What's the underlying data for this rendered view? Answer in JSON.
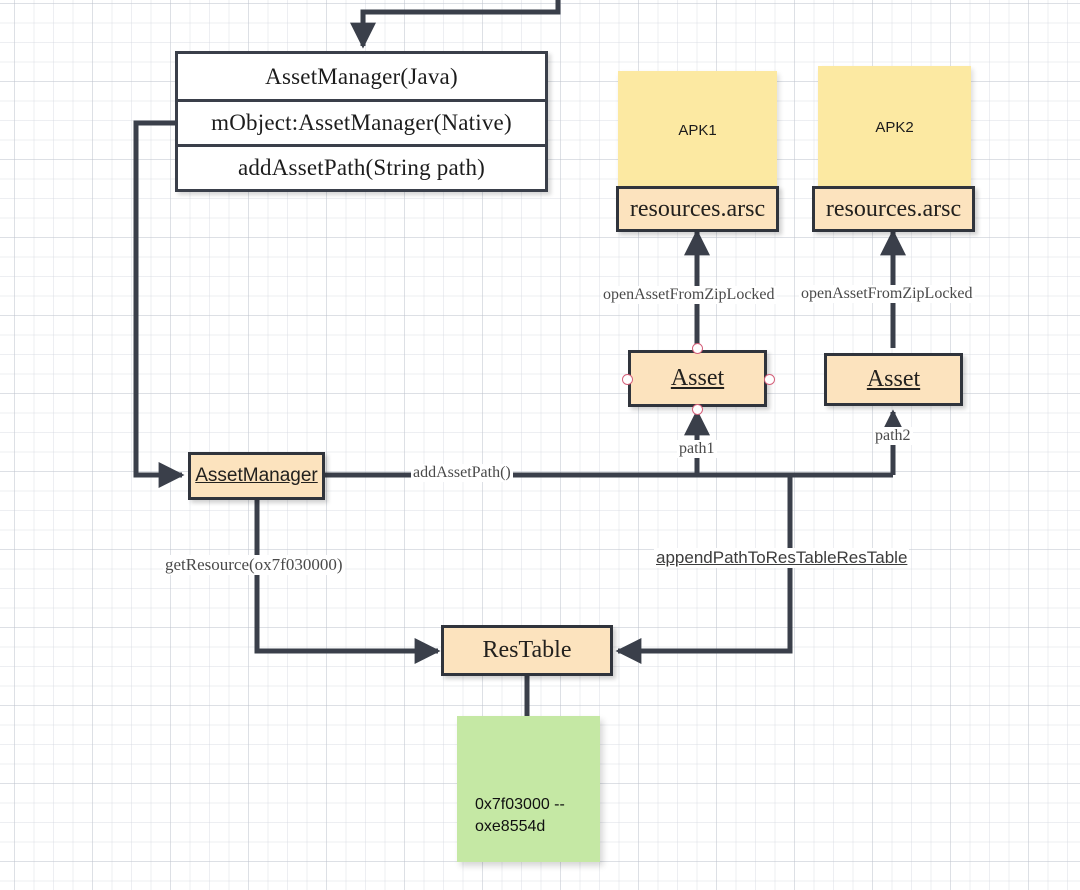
{
  "diagram": {
    "title": "Android AssetManager resource loading flow",
    "background": "#ffffff",
    "grid": true
  },
  "colors": {
    "sticky_yellow": "#fce9a2",
    "orange_fill": "#fce3be",
    "sticky_green": "#c5e8a4",
    "stroke": "#3a3f4a",
    "handle_border": "#d4607a",
    "label_text": "#4a4a4a"
  },
  "nodes": {
    "assetmanager_class": {
      "rows": [
        "AssetManager(Java)",
        "mObject:AssetManager(Native)",
        "addAssetPath(String path)"
      ]
    },
    "apk1": {
      "label": "APK1"
    },
    "apk2": {
      "label": "APK2"
    },
    "arsc1": {
      "label": "resources.arsc"
    },
    "arsc2": {
      "label": "resources.arsc"
    },
    "asset1": {
      "label": "Asset"
    },
    "asset2": {
      "label": "Asset"
    },
    "assetmanager_native": {
      "label": "AssetManager"
    },
    "restable": {
      "label": "ResTable"
    },
    "green_note": {
      "text": "0x7f03000 --\noxe8554d"
    }
  },
  "edge_labels": {
    "open_zip_1": "openAssetFromZipLocked",
    "open_zip_2": "openAssetFromZipLocked",
    "path1": "path1",
    "path2": "path2",
    "add_asset_path": "addAssetPath()",
    "get_resource": "getResource(ox7f030000)",
    "append_path": "appendPathToResTableResTable"
  }
}
